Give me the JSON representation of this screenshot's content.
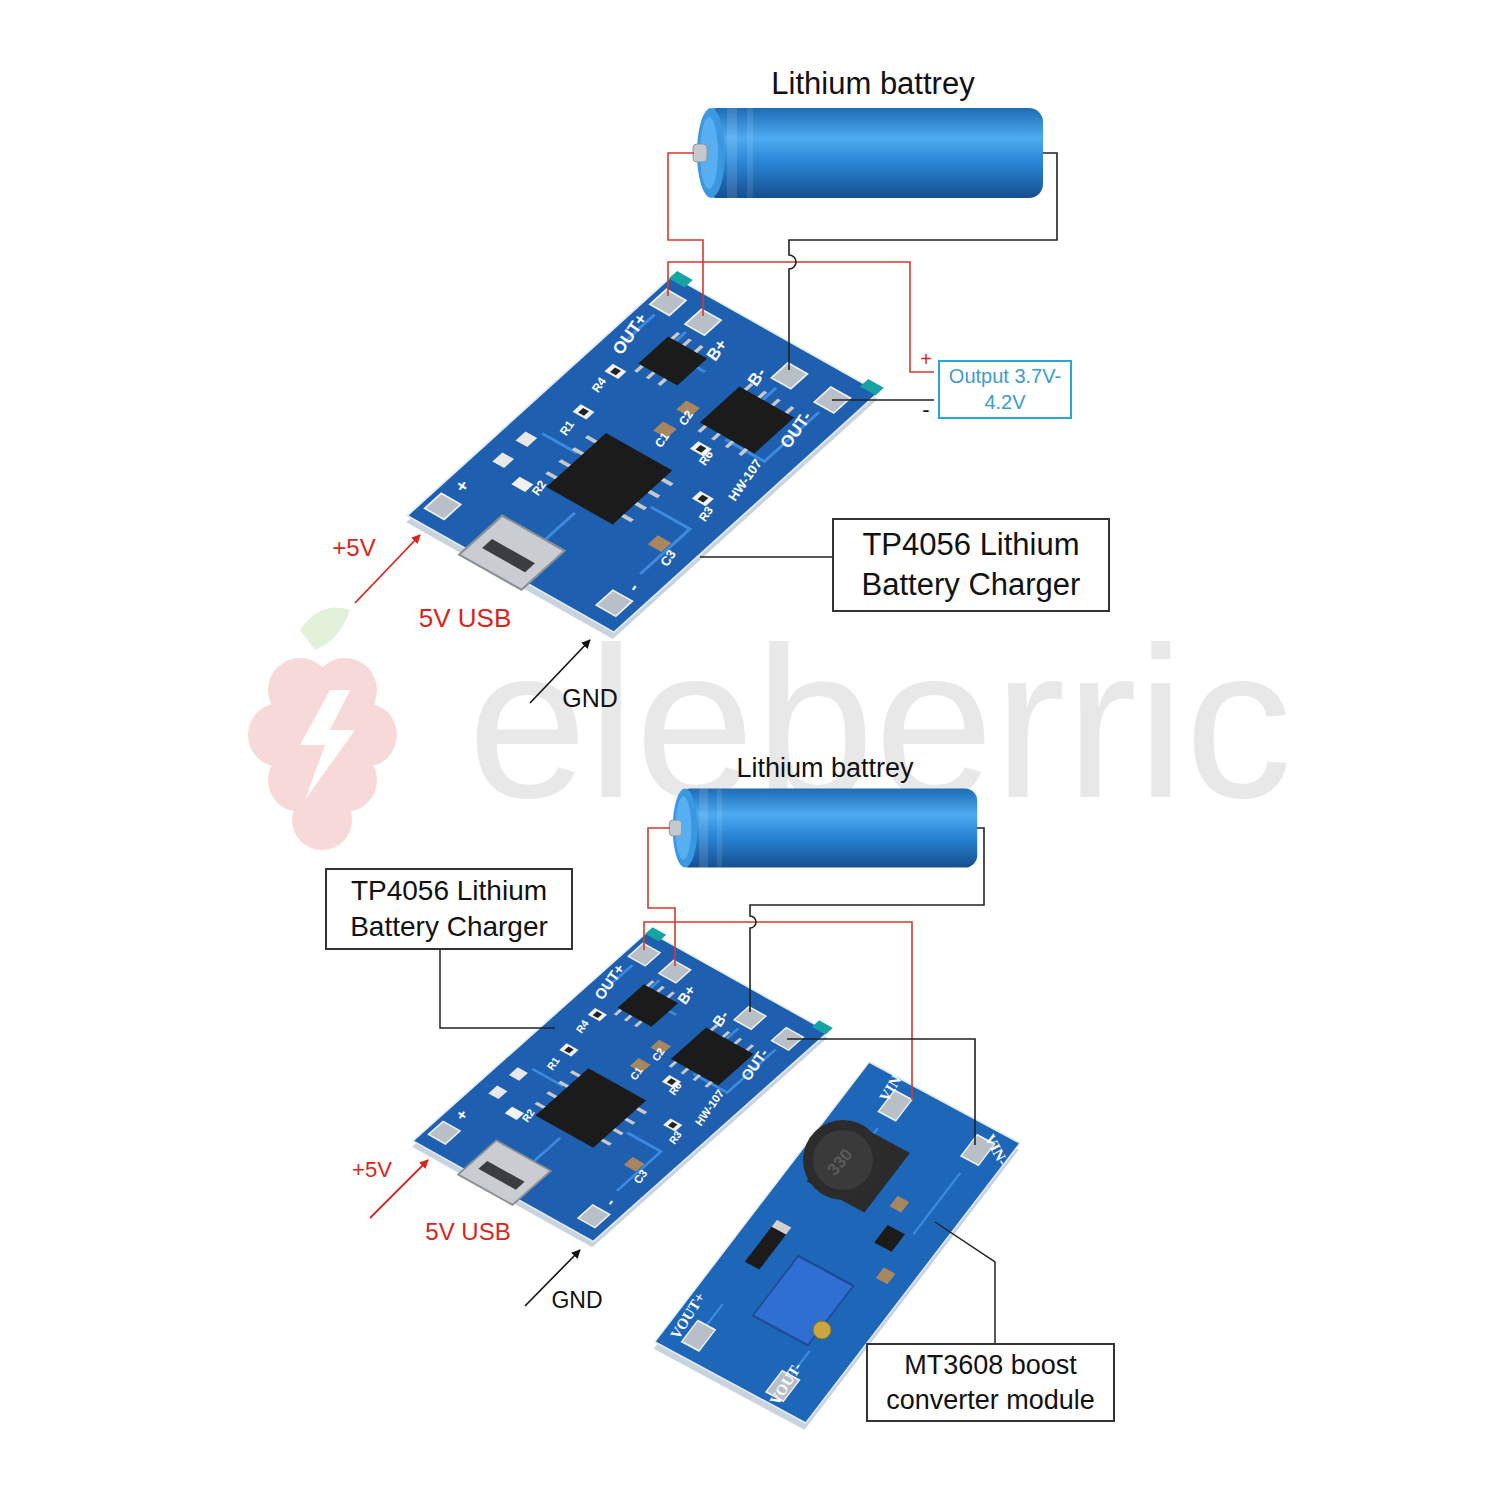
{
  "diagram": {
    "nodes": [
      {
        "text": [
          "Output 3.7V-4.2V"
        ]
      },
      {
        "text": [
          "TP4056 Lithium Battery Charger"
        ]
      },
      {
        "text": [
          "TP4056 Lithium Battery Charger"
        ]
      },
      {
        "text": [
          "MT3608 boost converter module"
        ]
      }
    ],
    "labels": [
      "Lithium battrey",
      "OUT+",
      "B+",
      "B-",
      "OUT-",
      "R4",
      "R1",
      "R2",
      "C2",
      "C1",
      "R6",
      "R3",
      "C3",
      "HW-107",
      "+",
      "-",
      "+",
      "-",
      "+5V",
      "5V USB",
      "GND",
      "eleberric",
      "Lithium battrey",
      "OUT+",
      "B+",
      "B-",
      "OUT-",
      "R4",
      "R1",
      "R2",
      "C2",
      "C1",
      "R6",
      "R3",
      "C3",
      "HW-107",
      "+",
      "-",
      "+5V",
      "5V USB",
      "GND",
      "VIN+",
      "VIN-",
      "VOUT+",
      "VOUT-",
      "330"
    ]
  }
}
